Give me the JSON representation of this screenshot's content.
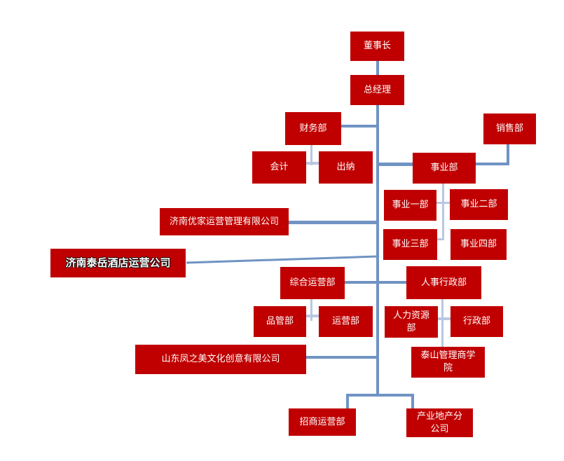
{
  "diagram": {
    "type": "org-chart",
    "background_color": "#ffffff",
    "colors": {
      "node_fill": "#C00000",
      "node_text": "#ffffff",
      "connector": "#7093C3",
      "connector_light": "#B9C8E2",
      "bold_text_outline": "#000000"
    },
    "nodes": [
      {
        "id": "chairman",
        "label": "董事长"
      },
      {
        "id": "general-manager",
        "label": "总经理"
      },
      {
        "id": "finance-dept",
        "label": "财务部"
      },
      {
        "id": "sales-dept",
        "label": "销售部"
      },
      {
        "id": "accounting",
        "label": "会计"
      },
      {
        "id": "cashier",
        "label": "出纳"
      },
      {
        "id": "business-dept",
        "label": "事业部"
      },
      {
        "id": "business-dept-1",
        "label": "事业一部"
      },
      {
        "id": "business-dept-2",
        "label": "事业二部"
      },
      {
        "id": "business-dept-3",
        "label": "事业三部"
      },
      {
        "id": "business-dept-4",
        "label": "事业四部"
      },
      {
        "id": "jinan-youjia-company",
        "label": "济南优家运营管理有限公司"
      },
      {
        "id": "jinan-taiyue-company",
        "label": "济南泰岳酒店运营公司",
        "bold": true
      },
      {
        "id": "comprehensive-ops-dept",
        "label": "综合运营部"
      },
      {
        "id": "hr-admin-dept",
        "label": "人事行政部"
      },
      {
        "id": "quality-control-dept",
        "label": "品管部"
      },
      {
        "id": "operations-dept",
        "label": "运营部"
      },
      {
        "id": "human-resources-dept",
        "label": "人力资源部"
      },
      {
        "id": "admin-dept",
        "label": "行政部"
      },
      {
        "id": "taishan-business-school",
        "label": "泰山管理商学院"
      },
      {
        "id": "shandong-fengzhimei-company",
        "label": "山东凤之美文化创意有限公司"
      },
      {
        "id": "investment-ops-dept",
        "label": "招商运营部"
      },
      {
        "id": "industrial-realestate-branch",
        "label": "产业地产分公司"
      }
    ],
    "edges": [
      [
        "董事长",
        "总经理"
      ],
      [
        "总经理",
        "财务部"
      ],
      [
        "总经理",
        "事业部"
      ],
      [
        "销售部",
        "事业部"
      ],
      [
        "财务部",
        "会计"
      ],
      [
        "财务部",
        "出纳"
      ],
      [
        "事业部",
        "事业一部"
      ],
      [
        "事业部",
        "事业二部"
      ],
      [
        "事业部",
        "事业三部"
      ],
      [
        "事业部",
        "事业四部"
      ],
      [
        "总经理",
        "济南优家运营管理有限公司"
      ],
      [
        "总经理",
        "济南泰岳酒店运营公司"
      ],
      [
        "总经理",
        "综合运营部"
      ],
      [
        "总经理",
        "人事行政部"
      ],
      [
        "综合运营部",
        "品管部"
      ],
      [
        "综合运营部",
        "运营部"
      ],
      [
        "人事行政部",
        "人力资源部"
      ],
      [
        "人事行政部",
        "行政部"
      ],
      [
        "人事行政部",
        "泰山管理商学院"
      ],
      [
        "总经理",
        "山东凤之美文化创意有限公司"
      ],
      [
        "总经理",
        "招商运营部"
      ],
      [
        "总经理",
        "产业地产分公司"
      ]
    ]
  }
}
